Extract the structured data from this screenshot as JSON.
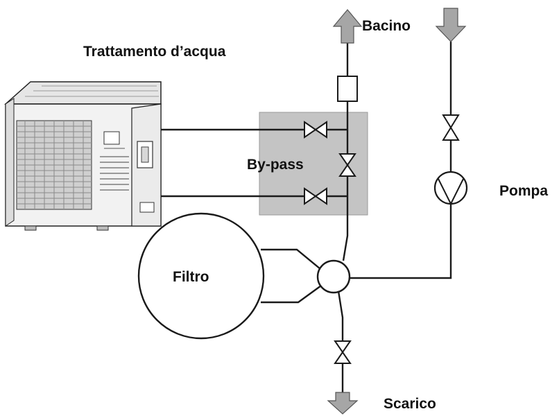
{
  "labels": {
    "bacino": "Bacino",
    "trattamento": "Trattamento d’acqua",
    "bypass": "By-pass",
    "pompa": "Pompa",
    "filtro": "Filtro",
    "scarico": "Scarico"
  },
  "colors": {
    "line": "#1a1a1a",
    "bypass_fill": "#c4c4c4",
    "arrow_fill": "#a6a6a6",
    "unit_body": "#f2f2f2",
    "unit_grille": "#d0d0d0"
  }
}
